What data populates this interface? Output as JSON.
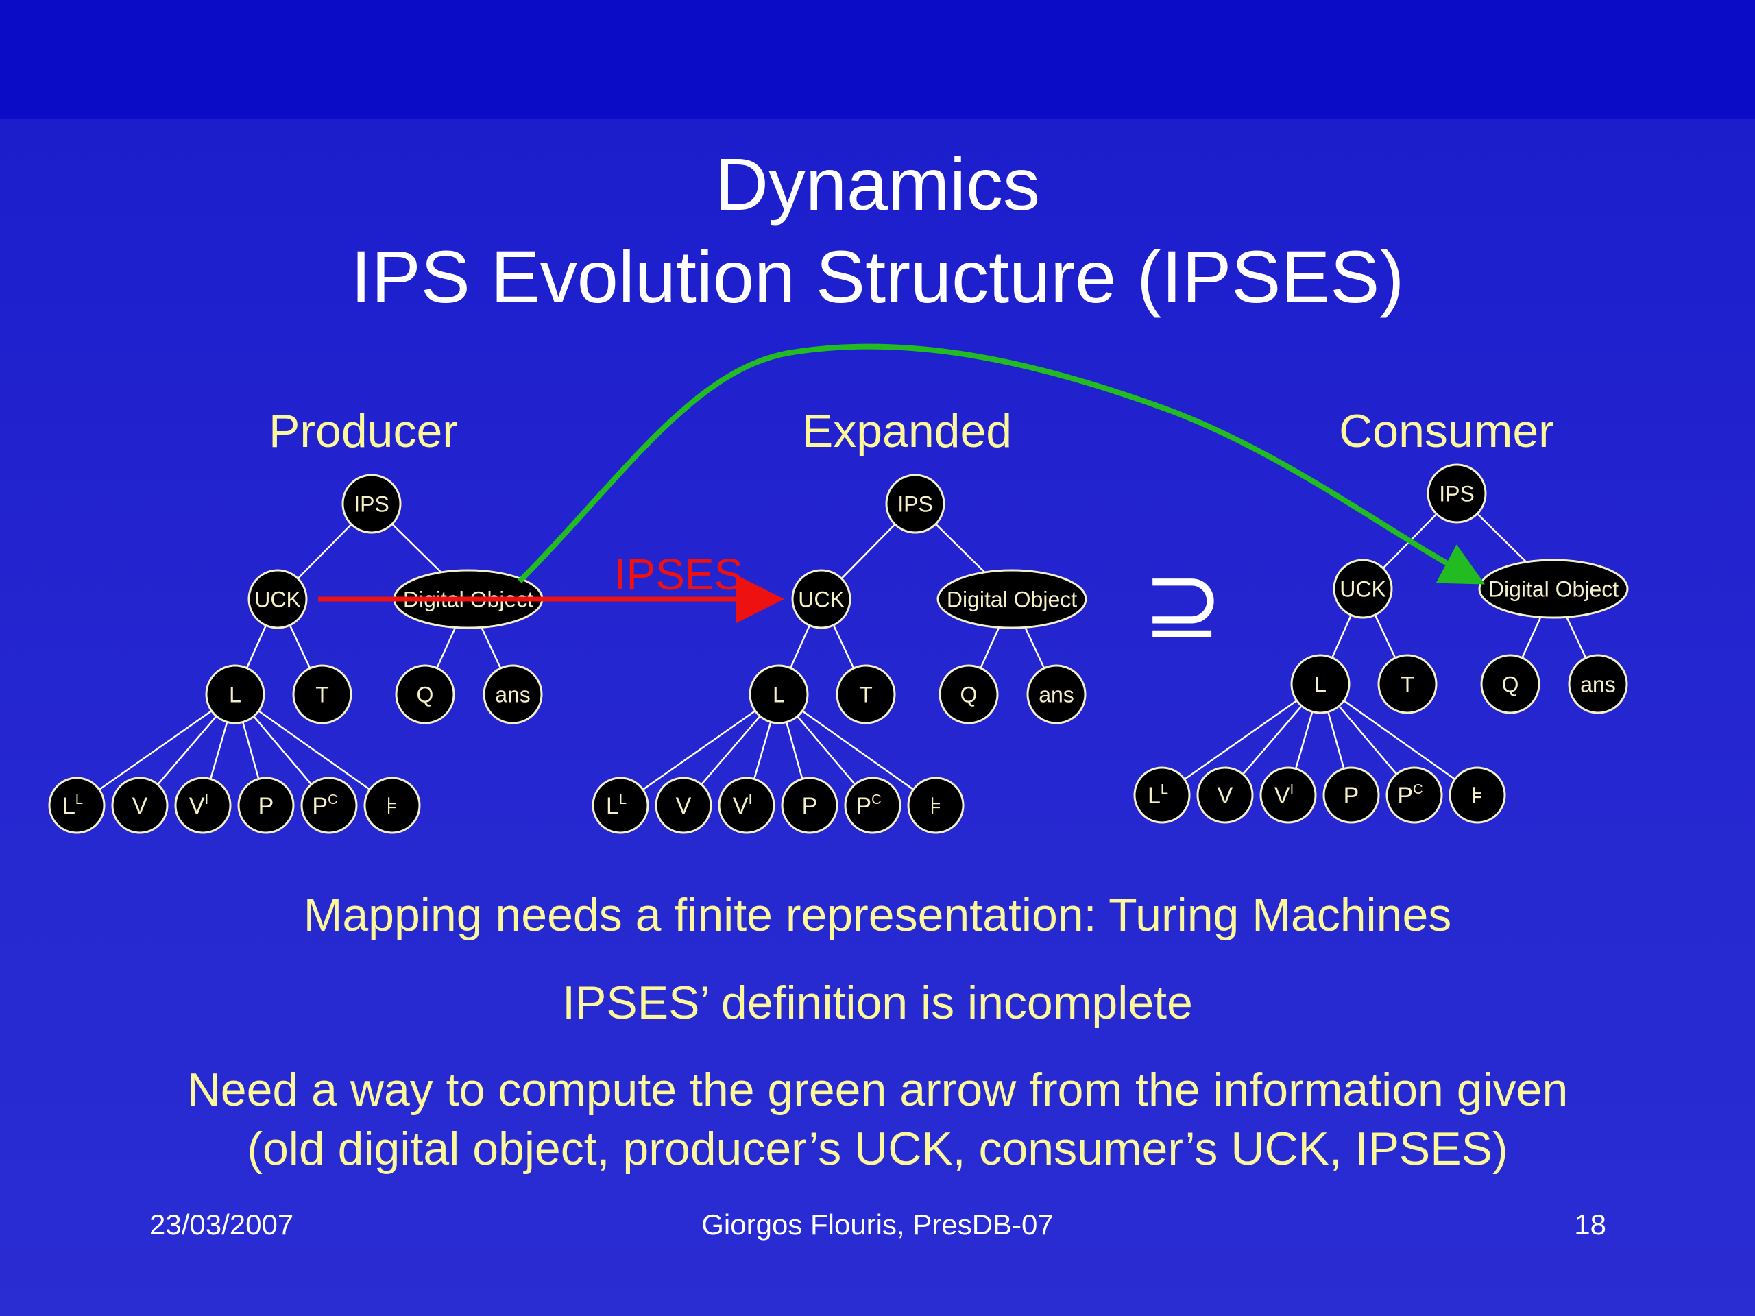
{
  "slide": {
    "title_line1": "Dynamics",
    "title_line2": "IPS Evolution Structure (IPSES)",
    "lines": [
      "Mapping needs a finite representation: Turing Machines",
      "IPSES’ definition is incomplete",
      "Need a way to compute the green arrow from the information given",
      "(old digital object, producer’s UCK, consumer’s UCK, IPSES)"
    ],
    "footer": {
      "date": "23/03/2007",
      "author": "Giorgos Flouris, PresDB-07",
      "page": "18"
    }
  },
  "diagram": {
    "trees": [
      {
        "label": "Producer"
      },
      {
        "label": "Expanded"
      },
      {
        "label": "Consumer"
      }
    ],
    "nodes": {
      "root": "IPS",
      "uck": "UCK",
      "object": "Digital Object",
      "l": "L",
      "t": "T",
      "q": "Q",
      "ans": "ans",
      "leaves": [
        {
          "base": "L",
          "sup": "L"
        },
        {
          "base": "V",
          "sup": ""
        },
        {
          "base": "V",
          "sup": "I"
        },
        {
          "base": "P",
          "sup": ""
        },
        {
          "base": "P",
          "sup": "C"
        },
        {
          "base": "⊧",
          "sup": ""
        }
      ]
    },
    "red_arrow_label": "IPSES",
    "relation_symbol": "⊇",
    "colors": {
      "background": "#2324cf",
      "title_band": "#0b0dc6",
      "text_yellow": "#fbf79a",
      "node_fill": "#000000",
      "node_stroke": "#f5f0c8",
      "red_arrow": "#ee1111",
      "green_arrow": "#22bb22"
    }
  }
}
